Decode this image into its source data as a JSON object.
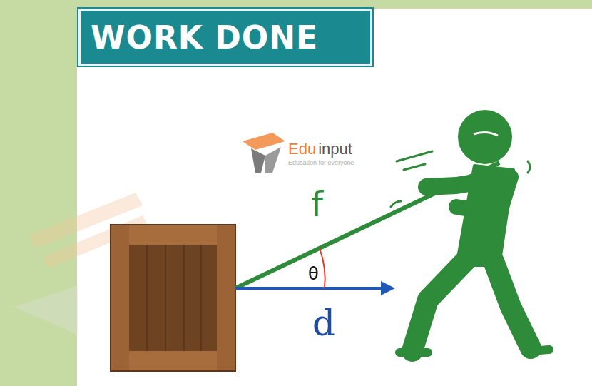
{
  "diagram": {
    "title": "WORK DONE",
    "labels": [
      "f",
      "θ",
      "d",
      "Edu",
      "input",
      "Education for everyone"
    ]
  }
}
